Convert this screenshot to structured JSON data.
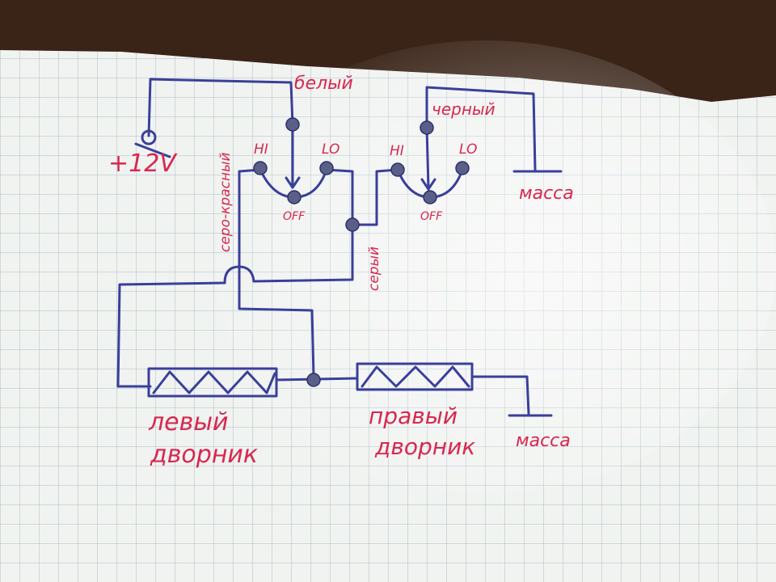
{
  "colors": {
    "ink_blue": "#3a3f9a",
    "ink_red": "#d8284f",
    "grid": "#a9bcc8",
    "paper": "#f1f3f1",
    "table": "#3a2418",
    "terminal": "#5a5f88"
  },
  "labels": {
    "power": "+12V",
    "wire_white": "белый",
    "wire_black": "черный",
    "wire_gray_red": "серо-красный",
    "wire_gray": "серый",
    "ground_top": "масса",
    "ground_bottom": "масса",
    "left_wiper_line1": "левый",
    "left_wiper_line2": "дворник",
    "right_wiper_line1": "правый",
    "right_wiper_line2": "дворник"
  },
  "switch_left": {
    "hi": "HI",
    "lo": "LO",
    "off": "OFF"
  },
  "switch_right": {
    "hi": "HI",
    "lo": "LO",
    "off": "OFF"
  }
}
